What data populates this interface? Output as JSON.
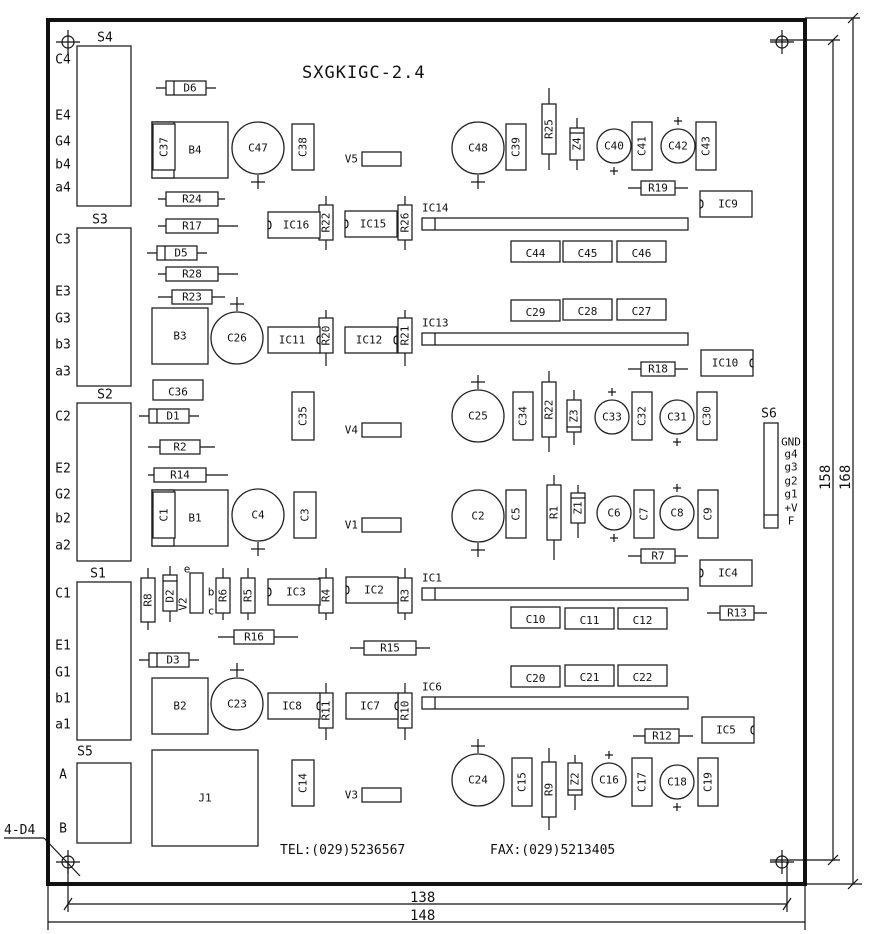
{
  "title": "SXGKIGC-2.4",
  "contact": {
    "tel": "TEL:(029)5236567",
    "fax": "FAX:(029)5213405"
  },
  "dimensions": {
    "inner_width": "138",
    "outer_width": "148",
    "inner_height": "158",
    "outer_height": "168",
    "mount_holes": "4-D4"
  },
  "connectors": [
    {
      "ref": "S4",
      "pins": [
        "C4",
        "E4",
        "G4",
        "b4",
        "a4"
      ]
    },
    {
      "ref": "S3",
      "pins": [
        "C3",
        "E3",
        "G3",
        "b3",
        "a3"
      ]
    },
    {
      "ref": "S2",
      "pins": [
        "C2",
        "E2",
        "G2",
        "b2",
        "a2"
      ]
    },
    {
      "ref": "S1",
      "pins": [
        "C1",
        "E1",
        "G1",
        "b1",
        "a1"
      ]
    },
    {
      "ref": "S5",
      "pins": [
        "A",
        "B"
      ]
    },
    {
      "ref": "S6",
      "pins": [
        "GND",
        "g4",
        "g3",
        "g2",
        "g1",
        "+V",
        "F"
      ]
    }
  ],
  "components": {
    "transformers": [
      "B4",
      "B3",
      "B1",
      "B2",
      "J1"
    ],
    "electrolytic_caps": [
      "C47",
      "C26",
      "C4",
      "C23",
      "C48",
      "C25",
      "C2",
      "C24",
      "C40",
      "C42",
      "C33",
      "C31",
      "C6",
      "C8",
      "C16",
      "C18"
    ],
    "caps_vertical": [
      "C37",
      "C38",
      "C39",
      "C41",
      "C43",
      "C34",
      "C32",
      "C30",
      "C5",
      "C7",
      "C9",
      "C15",
      "C17",
      "C19",
      "C1",
      "C3",
      "C35",
      "C14"
    ],
    "caps_horizontal": [
      "C36",
      "C44",
      "C45",
      "C46",
      "C29",
      "C28",
      "C27",
      "C10",
      "C11",
      "C12",
      "C20",
      "C21",
      "C22"
    ],
    "resistors_horizontal": [
      "R24",
      "R17",
      "R28",
      "R23",
      "R2",
      "R14",
      "R16",
      "R15",
      "R19",
      "R18",
      "R7",
      "R13",
      "R12"
    ],
    "resistors_vertical": [
      "R22",
      "R26",
      "R20",
      "R21",
      "R25",
      "R22",
      "R1",
      "R9",
      "R8",
      "R6",
      "R5",
      "R4",
      "R3",
      "R11",
      "R10"
    ],
    "diodes": [
      "D6",
      "D5",
      "D1",
      "D3",
      "D2"
    ],
    "zeners": [
      "Z4",
      "Z3",
      "Z1",
      "Z2"
    ],
    "ics_small": [
      "IC16",
      "IC15",
      "IC11",
      "IC12",
      "IC3",
      "IC2",
      "IC8",
      "IC7",
      "IC9",
      "IC10",
      "IC4",
      "IC5"
    ],
    "ics_sip": [
      "IC14",
      "IC13",
      "IC1",
      "IC6"
    ],
    "regulators": [
      "V5",
      "V4",
      "V1",
      "V3"
    ],
    "transistor": {
      "ref": "V2",
      "pins": [
        "e",
        "b",
        "c"
      ]
    }
  }
}
